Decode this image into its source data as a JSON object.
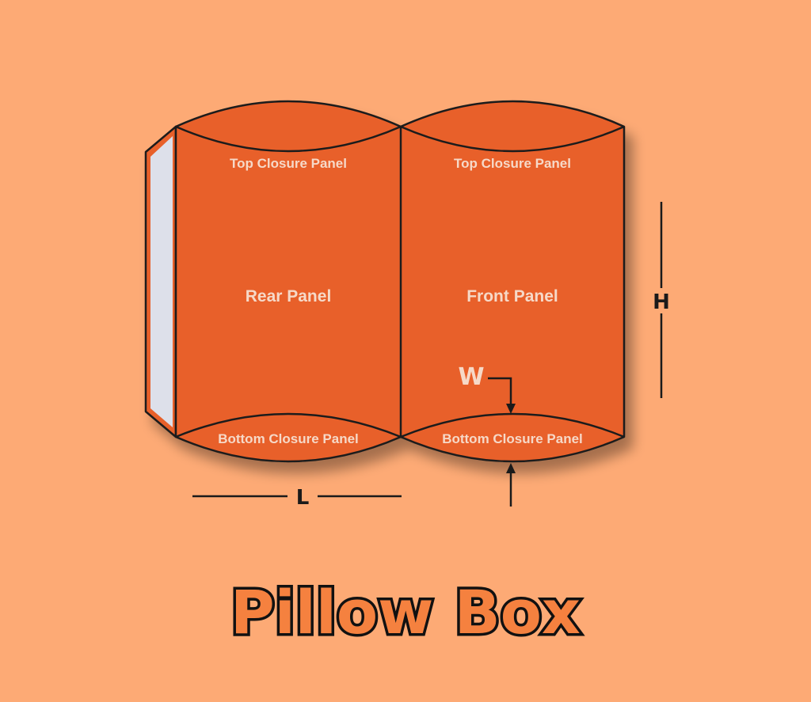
{
  "diagram": {
    "title": "Pillow Box",
    "panels": {
      "rear_top": "Top Closure Panel",
      "front_top": "Top Closure Panel",
      "rear": "Rear Panel",
      "front": "Front Panel",
      "rear_bottom": "Bottom Closure Panel",
      "front_bottom": "Bottom Closure Panel"
    },
    "dimensions": {
      "height": "H",
      "length": "L",
      "width": "W"
    },
    "colors": {
      "background": "#FDAA75",
      "panel": "#E8612C",
      "flap": "#DDE0EA",
      "text": "#F6D9C8",
      "title": "#F5813F"
    }
  }
}
